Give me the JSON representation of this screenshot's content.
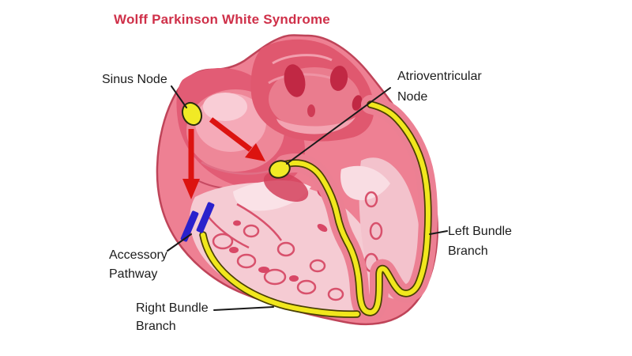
{
  "title": {
    "text": "Wolff Parkinson White Syndrome"
  },
  "annotations": {
    "sinus_node": {
      "label": "Sinus Node"
    },
    "av_node": {
      "line1": "Atrioventricular",
      "line2": "Node"
    },
    "accessory_pathway": {
      "line1": "Accessory",
      "line2": "Pathway"
    },
    "right_bundle": {
      "line1": "Right Bundle",
      "line2": "Branch"
    },
    "left_bundle": {
      "line1": "Left Bundle",
      "line2": "Branch"
    }
  },
  "colors": {
    "background": "#ffffff",
    "title_text": "#cf3049",
    "label_text": "#1c1c1c",
    "pointer_line": "#1a1a1a",
    "conduction_yellow": "#f1e71d",
    "node_yellow": "#f1ea25",
    "accessory_blue": "#2a21cc",
    "arrow_red": "#dc1310",
    "heart_outer_pink": "#ee8093",
    "heart_outline": "#bf4459",
    "atria_rose": "#e25c75",
    "chamber_pale_pink": "#f5cbd3",
    "trabeculae_crimson": "#d8516c"
  }
}
